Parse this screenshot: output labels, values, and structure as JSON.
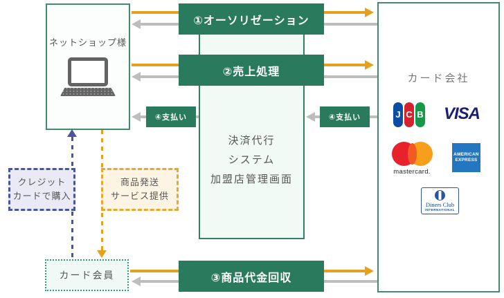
{
  "colors": {
    "banner_green": "#2a7a5e",
    "box_border_green": "#3e8e6d",
    "system_bg": "#f2faf6",
    "member_bg": "#f0f9f5",
    "arrow_orange": "#e5a11d",
    "arrow_gray": "#bdbdbd",
    "dashed_blue": "#4a55a0",
    "purchase_bg": "#e9eaf5",
    "shipping_border": "#e8a72e",
    "shipping_bg": "#fdf4e3",
    "text_dark": "#555555",
    "text_gray": "#777777",
    "visa_blue": "#1a1f71",
    "amex_blue": "#2277c0",
    "diners_blue": "#29549e",
    "mastercard_red": "#e8222d",
    "mastercard_orange": "#f79e1b",
    "jcb_blue": "#0b4da2",
    "jcb_red": "#d6212f",
    "jcb_green": "#179848"
  },
  "shop_box": {
    "label": "ネットショップ様"
  },
  "system_box": {
    "lines": [
      "決済代行",
      "システム",
      "加盟店管理画面"
    ]
  },
  "company_box": {
    "label": "カード会社",
    "jcb_letters": [
      "J",
      "C",
      "B"
    ],
    "visa": "VISA",
    "mastercard": "mastercard.",
    "amex_lines": [
      "AMERICAN",
      "EXPRESS"
    ],
    "diners_lines": [
      "Diners Club",
      "INTERNATIONAL"
    ]
  },
  "member_box": {
    "label": "カード会員"
  },
  "banners": {
    "authorization": "①オーソリゼーション",
    "sales": "②売上処理",
    "collection": "③商品代金回収"
  },
  "payment_labels": {
    "left": "④支払い",
    "right": "④支払い"
  },
  "purchase_note": {
    "lines": [
      "クレジット",
      "カードで購入"
    ]
  },
  "shipping_note": {
    "lines": [
      "商品発送",
      "サービス提供"
    ]
  }
}
